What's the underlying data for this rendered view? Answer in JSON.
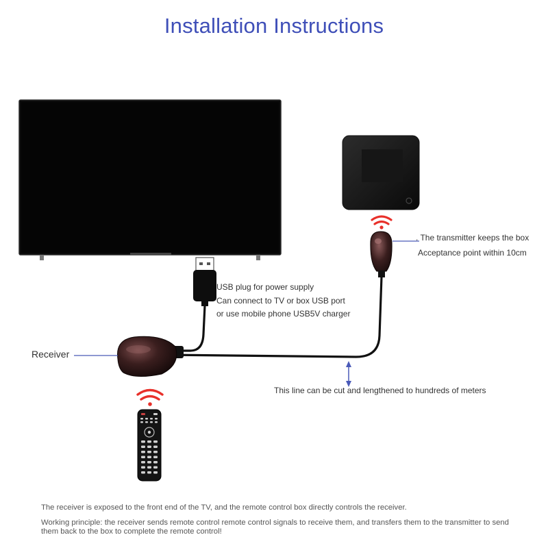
{
  "title": "Installation Instructions",
  "labels": {
    "usb_plug": "USB plug for power supply",
    "usb_port": "Can connect to TV or box USB port",
    "usb_charger": "or use mobile phone USB5V charger",
    "receiver": "Receiver",
    "transmitter_keeps": ". The transmitter keeps the box",
    "acceptance_point": "Acceptance point within 10cm",
    "line_cut": "This line can be cut and lengthened to hundreds of meters"
  },
  "footer": {
    "line1": "The receiver is exposed to the front end of the TV, and the remote control box directly controls the receiver.",
    "line2": "Working principle: the receiver sends remote control remote control signals to receive them, and transfers them to the transmitter to send",
    "line3": "them back to the box to complete the remote control!"
  },
  "colors": {
    "title": "#3f4fb8",
    "signal": "#e8302a",
    "pointer": "#4a5ab8"
  }
}
